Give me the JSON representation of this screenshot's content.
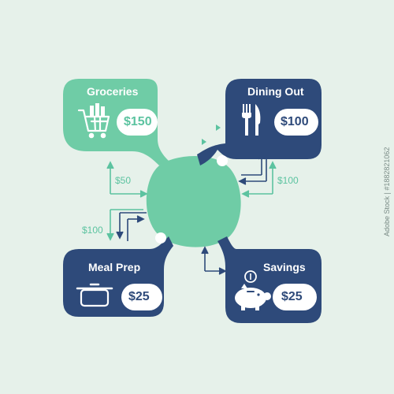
{
  "colors": {
    "background": "#e6f1ea",
    "mint": "#6fcca6",
    "navy": "#2e4a7a",
    "pill": "#ffffff",
    "arrow_green": "#5cc3a0"
  },
  "categories": [
    {
      "title": "Groceries",
      "amount": "$150",
      "icon": "shopping-cart-icon"
    },
    {
      "title": "Dining Out",
      "amount": "$100",
      "icon": "fork-knife-icon"
    },
    {
      "title": "Meal Prep",
      "amount": "$25",
      "icon": "cooking-pot-icon"
    },
    {
      "title": "Savings",
      "amount": "$25",
      "icon": "piggy-bank-icon"
    }
  ],
  "flows": [
    {
      "label": "$50"
    },
    {
      "label": "$100"
    },
    {
      "label": "$100"
    }
  ],
  "watermark": "Adobe Stock | #1882821062"
}
